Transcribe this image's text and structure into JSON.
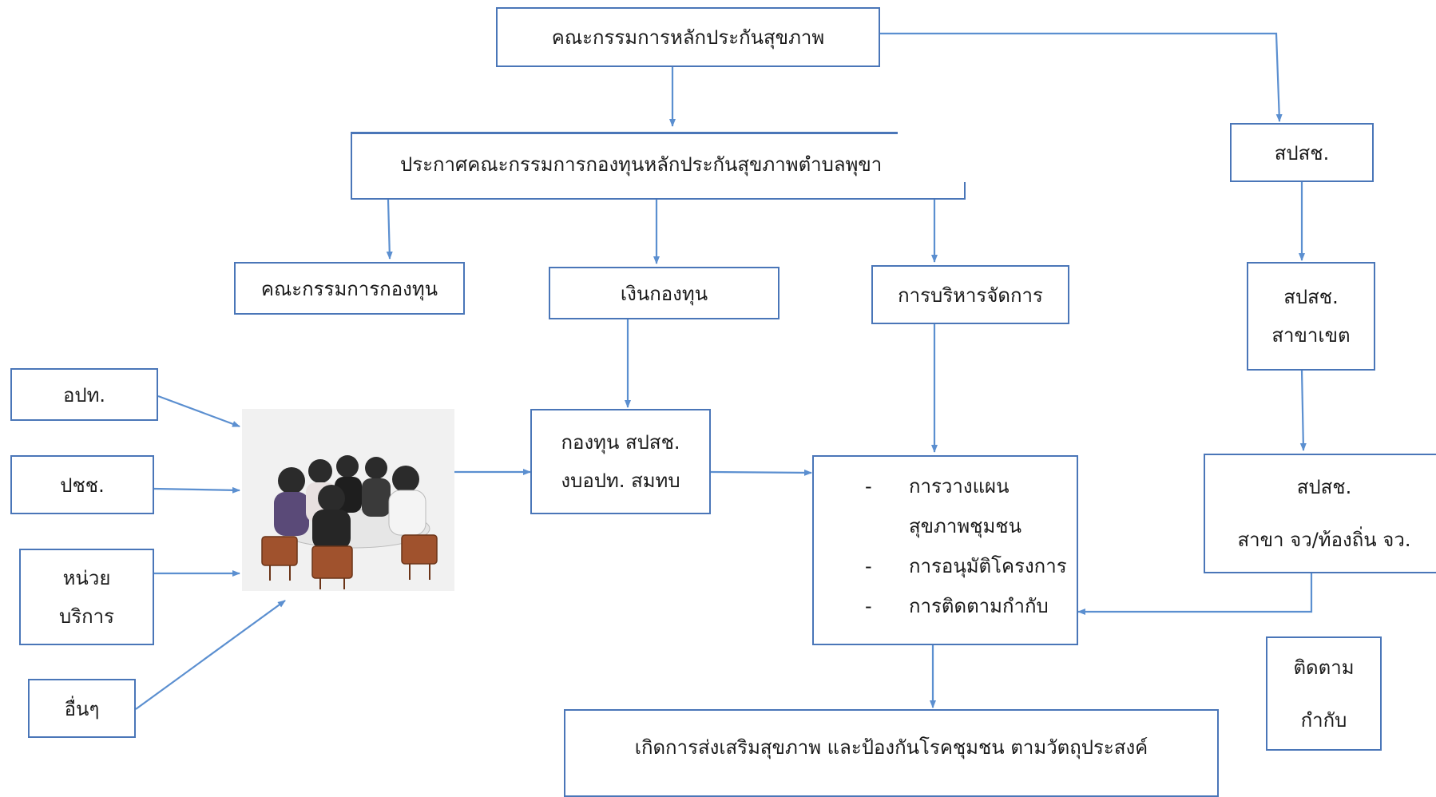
{
  "nodes": {
    "board": "คณะกรรมการหลักประกันสุขภาพ",
    "announcement": "ประกาศคณะกรรมการกองทุนหลักประกันสุขภาพตำบลพุขา",
    "shs": "สปสช.",
    "fund_committee": "คณะกรรมการกองทุน",
    "fund_money": "เงินกองทุน",
    "management": "การบริหารจัดการ",
    "shs_region": {
      "line1": "สปสช.",
      "line2": "สาขาเขต"
    },
    "local_admin": "อปท.",
    "citizens": "ปชช.",
    "service_unit": {
      "line1": "หน่วย",
      "line2": "บริการ"
    },
    "others": "อื่นๆ",
    "fund_sources": {
      "line1": "กองทุน สปสช.",
      "line2": "งบอปท. สมทบ"
    },
    "activities": [
      {
        "text": "การวางแผน",
        "cont": "สุขภาพชุมชน"
      },
      {
        "text": "การอนุมัติโครงการ"
      },
      {
        "text": "การติดตามกำกับ"
      }
    ],
    "shs_province": {
      "line1": "สปสช.",
      "line2": "สาขา จว/ท้องถิ่น จว."
    },
    "monitor": {
      "line1": "ติดตาม",
      "line2": "กำกับ"
    },
    "outcome": "เกิดการส่งเสริมสุขภาพ และป้องกันโรคชุมชน ตามวัตถุประสงค์"
  },
  "bullet_char": "-",
  "image_icon": "meeting-group-illustration",
  "colors": {
    "border": "#4a76b8",
    "arrow": "#5b8fd0"
  }
}
